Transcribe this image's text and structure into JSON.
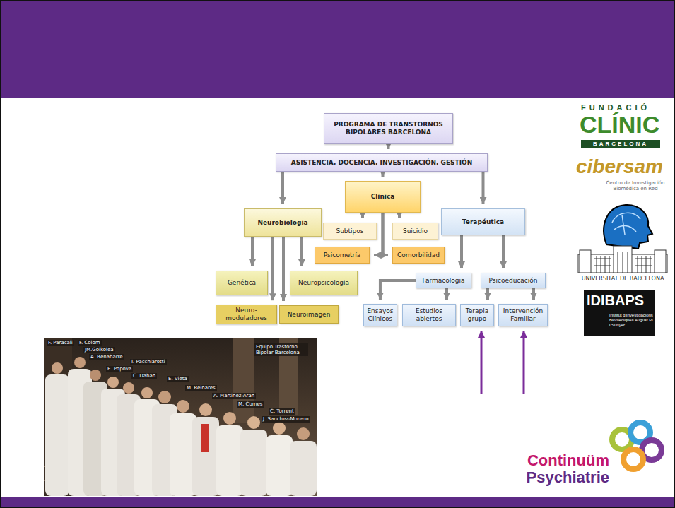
{
  "diagram": {
    "nodes": [
      {
        "text": [
          "PROGRAMA DE TRANSTORNOS BIPOLARES BARCELONA"
        ]
      },
      {
        "text": [
          "ASISTENCIA, DOCENCIA, INVESTIGACIÓN, GESTIÓN"
        ]
      },
      {
        "text": [
          "Clínica"
        ]
      },
      {
        "text": [
          "Neurobiología"
        ]
      },
      {
        "text": [
          "Terapéutica"
        ]
      },
      {
        "text": [
          "Subtipos"
        ]
      },
      {
        "text": [
          "Suicidio"
        ]
      },
      {
        "text": [
          "Psicometría"
        ]
      },
      {
        "text": [
          "Comorbilidad"
        ]
      },
      {
        "text": [
          "Genética"
        ]
      },
      {
        "text": [
          "Neuropsicología"
        ]
      },
      {
        "text": [
          "Farmacologia"
        ]
      },
      {
        "text": [
          "Psicoeducación"
        ]
      },
      {
        "text": [
          "Neuro- moduladores"
        ]
      },
      {
        "text": [
          "Neuroimagen"
        ]
      },
      {
        "text": [
          "Ensayos Clínicos"
        ]
      },
      {
        "text": [
          "Estudios abiertos"
        ]
      },
      {
        "text": [
          "Terapia grupo"
        ]
      },
      {
        "text": [
          "Intervención Familiar"
        ]
      }
    ],
    "edges": [
      {
        "from": 0,
        "to": 1,
        "arrow": "to"
      },
      {
        "from": 1,
        "to": 3,
        "arrow": "to"
      },
      {
        "from": 1,
        "to": 2,
        "arrow": "to"
      },
      {
        "from": 1,
        "to": 4,
        "arrow": "to"
      },
      {
        "from": 2,
        "to": 5,
        "arrow": "to"
      },
      {
        "from": 2,
        "to": 6,
        "arrow": "to"
      },
      {
        "from": 2,
        "to": 7,
        "arrow": "to"
      },
      {
        "from": 2,
        "to": 8,
        "arrow": "to"
      },
      {
        "from": 3,
        "to": 9,
        "arrow": "to"
      },
      {
        "from": 3,
        "to": 13,
        "arrow": "to"
      },
      {
        "from": 3,
        "to": 14,
        "arrow": "to"
      },
      {
        "from": 3,
        "to": 10,
        "arrow": "to"
      },
      {
        "from": 4,
        "to": 11,
        "arrow": "to"
      },
      {
        "from": 4,
        "to": 12,
        "arrow": "to"
      },
      {
        "from": 11,
        "to": 15,
        "arrow": "to"
      },
      {
        "from": 11,
        "to": 16,
        "arrow": "to"
      },
      {
        "from": 12,
        "to": 17,
        "arrow": "to"
      },
      {
        "from": 12,
        "to": 18,
        "arrow": "to"
      }
    ],
    "labels": [
      "FUNDACIÓ",
      "CLÍNIC",
      "BARCELONA",
      "cibersam",
      "Centro de Investigación Biomédica en Red",
      "UNIVERSITAT DE BARCELONA",
      "IDIBAPS",
      "Institut d'Investigacions Biomèdiques August Pi i Sunyer",
      "F. Paracali",
      "F. Colom",
      "JM.Goikolea",
      "A. Benabarre",
      "I. Pacchiarotti",
      "E. Popova",
      "C. Daban",
      "E. Vieta",
      "M. Reinares",
      "A. Martinez-Aran",
      "M. Comes",
      "C. Torrent",
      "J. Sanchez-Moreno",
      "Equipo Trastorno Bipolar Barcelona",
      "Continuüm",
      "Psychiatrie"
    ]
  }
}
